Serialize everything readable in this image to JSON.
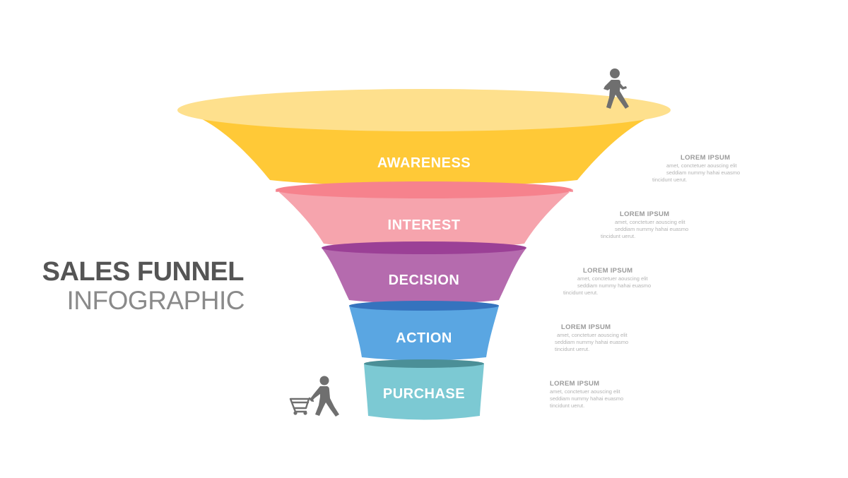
{
  "title": {
    "main": "SALES FUNNEL",
    "sub": "INFOGRAPHIC"
  },
  "stages": [
    {
      "label": "AWARENESS",
      "rim_color": "#FEE08D",
      "body_color": "#FFC937"
    },
    {
      "label": "INTEREST",
      "rim_color": "#F6828D",
      "body_color": "#F6A4AD"
    },
    {
      "label": "DECISION",
      "rim_color": "#9B4096",
      "body_color": "#B56BAE"
    },
    {
      "label": "ACTION",
      "rim_color": "#3573BE",
      "body_color": "#5AA6E2"
    },
    {
      "label": "PURCHASE",
      "rim_color": "#4B8F97",
      "body_color": "#7CC9D3"
    }
  ],
  "descriptions": [
    {
      "heading": "LOREM IPSUM",
      "line1": "amet, conctetuer aouscing elit",
      "line2": "seddiam nummy hahai euasmo",
      "line3": "tincidunt uerut."
    },
    {
      "heading": "LOREM IPSUM",
      "line1": "amet, conctetuer aouscing elit",
      "line2": "seddiam nummy hahai euasmo",
      "line3": "tincidunt uerut."
    },
    {
      "heading": "LOREM IPSUM",
      "line1": "amet, conctetuer aouscing elit",
      "line2": "seddiam nummy hahai euasmo",
      "line3": "tincidunt uerut."
    },
    {
      "heading": "LOREM IPSUM",
      "line1": "amet, conctetuer aouscing elit",
      "line2": "seddiam nummy hahai euasmo",
      "line3": "tincidunt uerut."
    },
    {
      "heading": "LOREM IPSUM",
      "line1": "amet, conctetuer aouscing elit",
      "line2": "seddiam nummy hahai euasmo",
      "line3": "tincidunt uerut."
    }
  ],
  "icons": {
    "walker": "walking-person-icon",
    "shopper": "person-with-cart-icon",
    "icon_color": "#6F6F6F"
  }
}
